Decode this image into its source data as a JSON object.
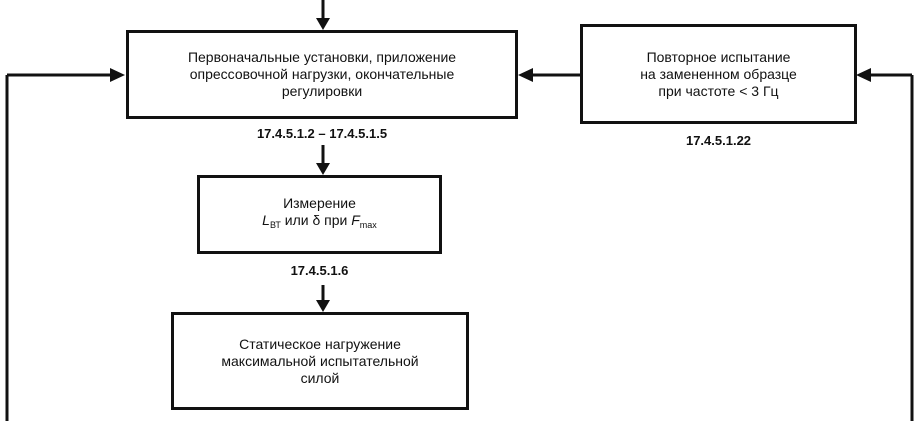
{
  "boxes": {
    "initial_setup": {
      "lines": [
        "Первоначальные установки, приложение",
        "опрессовочной нагрузки, окончательные",
        "регулировки"
      ],
      "ref": "17.4.5.1.2 – 17.4.5.1.5"
    },
    "repeat_test": {
      "lines": [
        "Повторное испытание",
        "на замененном образце",
        "при частоте < 3 Гц"
      ],
      "ref": "17.4.5.1.22"
    },
    "measurement": {
      "line1": "Измерение",
      "var_l": "L",
      "sub_l": "ВТ",
      "mid": " или δ при ",
      "var_f": "F",
      "sub_f": "max",
      "ref": "17.4.5.1.6"
    },
    "static_loading": {
      "lines": [
        "Статическое нагружение",
        "максимальной испытательной",
        "силой"
      ]
    }
  },
  "colors": {
    "line": "#111111",
    "background": "#ffffff"
  }
}
